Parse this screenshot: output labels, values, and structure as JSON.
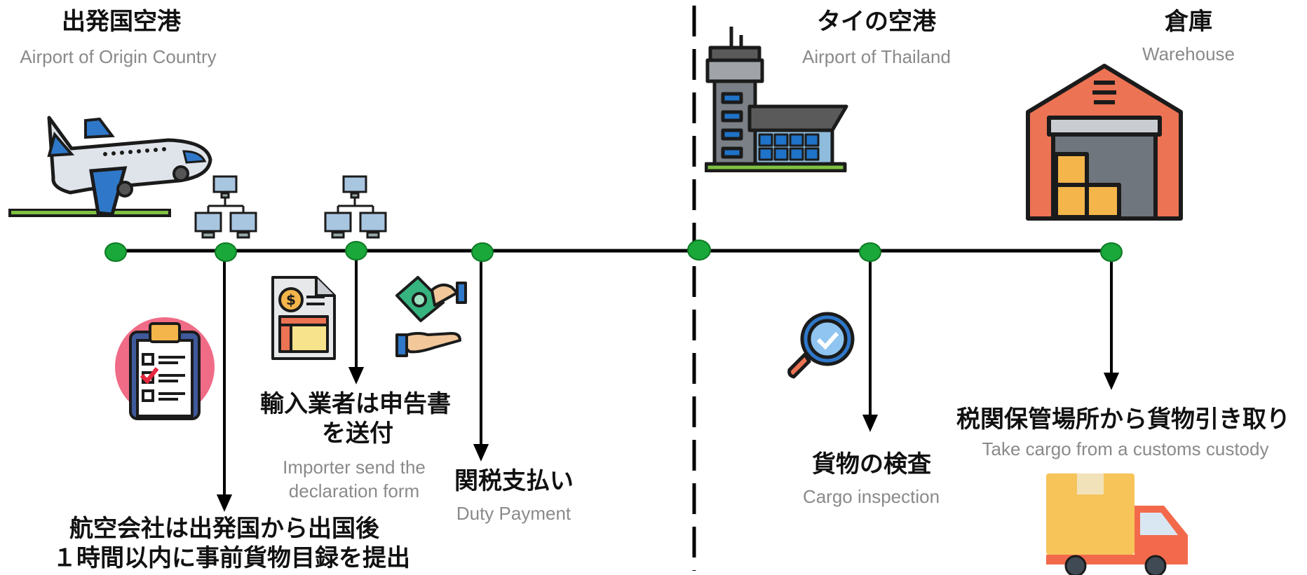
{
  "colors": {
    "line": "#000000",
    "node": "#1aa83a",
    "node_stroke": "#0e7a25",
    "english_text": "#8a8a8a",
    "japanese_text": "#111111"
  },
  "locations": {
    "origin": {
      "jp": "出発国空港",
      "en": "Airport of Origin Country",
      "icon": "airplane-icon"
    },
    "thailand": {
      "jp": "タイの空港",
      "en": "Airport of Thailand",
      "icon": "airport-tower-icon"
    },
    "warehouse": {
      "jp": "倉庫",
      "en": "Warehouse",
      "icon": "warehouse-icon"
    }
  },
  "steps": {
    "manifest": {
      "jp_line1": "航空会社は出発国から出国後",
      "jp_line2": "１時間以内に事前貨物目録を提出",
      "icon": "checklist-icon"
    },
    "declaration": {
      "jp_line1": "輸入業者は申告書",
      "jp_line2": "を送付",
      "en_line1": "Importer send the",
      "en_line2": "declaration form",
      "icon": "invoice-document-icon"
    },
    "duty": {
      "jp": "関税支払い",
      "en": "Duty Payment",
      "icon": "money-handover-icon"
    },
    "inspection": {
      "jp": "貨物の検査",
      "en": "Cargo inspection",
      "icon": "magnifier-check-icon"
    },
    "pickup": {
      "jp": "税関保管場所から貨物引き取り",
      "en": "Take cargo from a customs custody",
      "icon": "delivery-truck-icon"
    }
  },
  "network_icons": [
    "network-computers-icon",
    "network-computers-icon"
  ]
}
